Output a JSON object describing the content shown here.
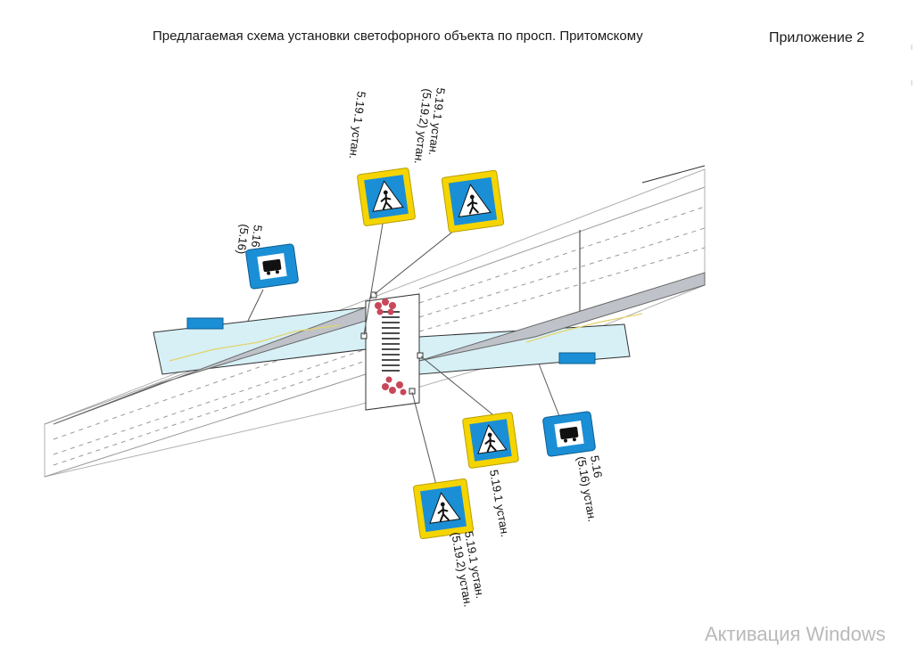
{
  "header": {
    "title": "Предлагаемая схема установки светофорного объекта по просп. Притомскому",
    "appendix": "Приложение 2"
  },
  "signs": {
    "top_left": {
      "line1": "5.19.1 устан."
    },
    "top_right": {
      "line1": "5.19.1 устан.",
      "line2": "(5.19.2) устан."
    },
    "bus_left": {
      "line1": "5.16",
      "line2": "(5.16)"
    },
    "bottom_mid": {
      "line1": "5.19.1 устан."
    },
    "bus_right": {
      "line1": "5.16",
      "line2": "(5.16) устан."
    },
    "bottom_left": {
      "line1": "5.19.1 устан.",
      "line2": "(5.19.2) устан."
    }
  },
  "colors": {
    "sign_blue": "#1a8fd6",
    "sign_yellow": "#f5d400",
    "platform_fill": "#d6f0f6",
    "bus_bay_fill": "#bfc3c9",
    "signal_red": "#c8475a"
  },
  "watermark": "Активация Windows"
}
